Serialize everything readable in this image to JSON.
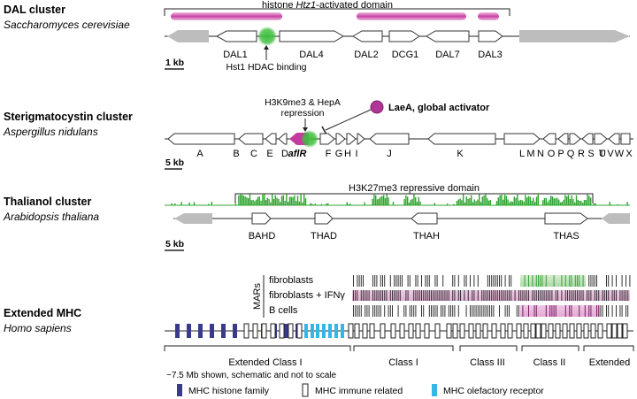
{
  "dal": {
    "title": "DAL cluster",
    "species": "Saccharomyces cerevisiae",
    "domain_label_prefix": "histone ",
    "domain_label_gene": "Htz1",
    "domain_label_suffix": "-activated domain",
    "genes": [
      "DAL1",
      "DAL4",
      "DAL2",
      "DCG1",
      "DAL7",
      "DAL3"
    ],
    "scale": "1 kb",
    "hdac_label": "Hst1 HDAC binding"
  },
  "ster": {
    "title": "Sterigmatocystin cluster",
    "species": "Aspergillus nidulans",
    "repression_label_1": "H3K9me3 & HepA",
    "repression_label_2": "repression",
    "activator_label": "LaeA, global activator",
    "genes": [
      "A",
      "B",
      "C",
      "E",
      "D",
      "aflR",
      "F",
      "G",
      "H",
      "I",
      "J",
      "K",
      "L",
      "M",
      "N",
      "O",
      "P",
      "Q",
      "R",
      "S",
      "T",
      "U",
      "V",
      "W",
      "X"
    ],
    "scale": "5 kb"
  },
  "thal": {
    "title": "Thalianol cluster",
    "species": "Arabidopsis thaliana",
    "domain_label": "H3K27me3 repressive domain",
    "genes": [
      "BAHD",
      "THAD",
      "THAH",
      "THAS"
    ],
    "scale": "5 kb"
  },
  "mhc": {
    "title": "Extended MHC",
    "species": "Homo sapiens",
    "mars_label": "MARs",
    "tracks": [
      "fibroblasts",
      "fibroblasts + IFNγ",
      "B cells"
    ],
    "classes": [
      "Extended Class I",
      "Class I",
      "Class III",
      "Class II",
      "Extended"
    ],
    "note": "~7.5 Mb shown, schematic and not to scale"
  },
  "legend": {
    "items": [
      "MHC histone family",
      "MHC immune related",
      "MHC olefactory receptor"
    ]
  },
  "colors": {
    "magenta": "#c6399f",
    "green": "#2fa52f",
    "navy": "#3a3a8c",
    "cyan": "#35b7e6",
    "grey": "#bdbdbd"
  }
}
